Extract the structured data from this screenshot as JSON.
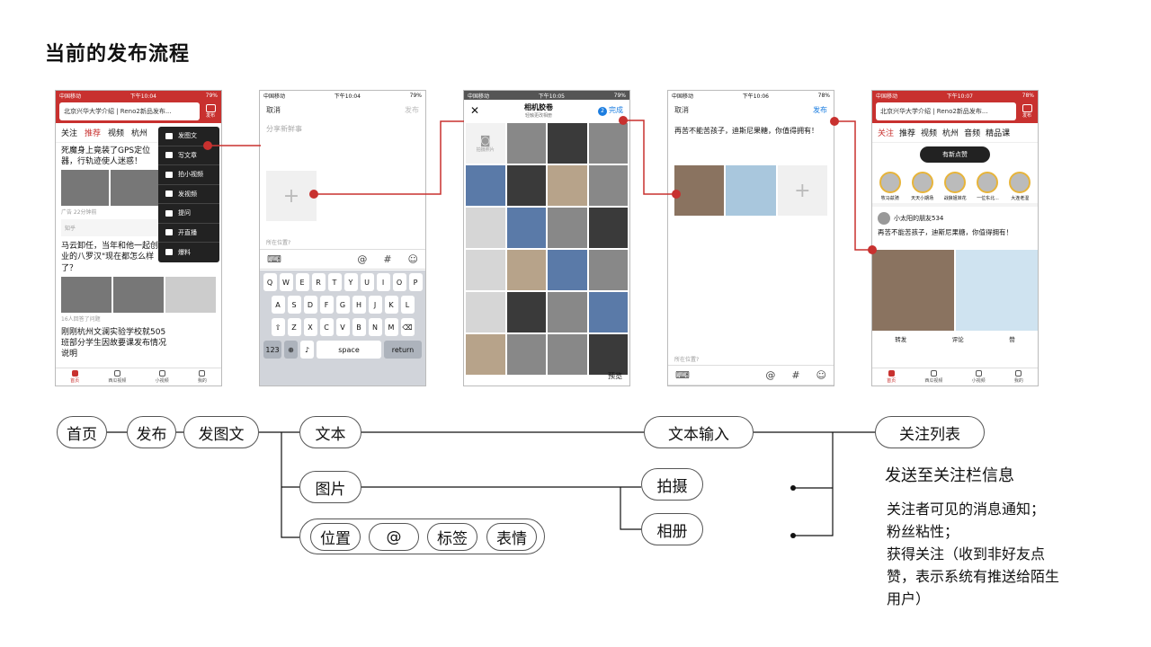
{
  "title": "当前的发布流程",
  "screen1": {
    "status_left": "中国移动",
    "status_time": "下午10:04",
    "status_right": "79%",
    "search_text": "北京兴华大学介绍 | Reno2新品发布...",
    "publish_label": "发布",
    "tabs": [
      "关注",
      "推荐",
      "视频",
      "杭州"
    ],
    "menu": [
      "发图文",
      "写文章",
      "拍小视频",
      "发视频",
      "提问",
      "开直播",
      "爆料"
    ],
    "news1": "死魔身上竟装了GPS定位器，行轨迹使人迷惑！",
    "meta1": "广告 22分钟前",
    "source1": "知乎",
    "news2": "马云卸任，当年和他一起创业的八罗汉\"现在都怎么样了？",
    "meta2": "16人回答了问题",
    "news3": "刚刚杭州文澜实验学校就505班部分学生因故要课发布情况说明",
    "nav": [
      "首页",
      "西瓜视频",
      "小视频",
      "我的"
    ]
  },
  "screen2": {
    "status_left": "中国移动",
    "status_time": "下午10:04",
    "status_right": "79%",
    "cancel": "取消",
    "publish": "发布",
    "placeholder": "分享新鲜事",
    "location": "所在位置?",
    "keyrow1": [
      "Q",
      "W",
      "E",
      "R",
      "T",
      "Y",
      "U",
      "I",
      "O",
      "P"
    ],
    "keyrow2": [
      "A",
      "S",
      "D",
      "F",
      "G",
      "H",
      "J",
      "K",
      "L"
    ],
    "keyrow3": [
      "Z",
      "X",
      "C",
      "V",
      "B",
      "N",
      "M"
    ],
    "key_123": "123",
    "key_space": "space",
    "key_return": "return"
  },
  "screen3": {
    "status_left": "中国移动",
    "status_time": "下午10:05",
    "status_right": "79%",
    "title": "相机胶卷",
    "subtitle": "轻触更改相册",
    "done_count": "2",
    "done": "完成",
    "camera_label": "拍摄照片",
    "preview": "预览"
  },
  "screen4": {
    "status_left": "中国移动",
    "status_time": "下午10:06",
    "status_right": "78%",
    "cancel": "取消",
    "publish": "发布",
    "text": "再苦不能苦孩子，迪斯尼果糖，你值得拥有！",
    "location": "所在位置?"
  },
  "screen5": {
    "status_left": "中国移动",
    "status_time": "下午10:07",
    "status_right": "78%",
    "search_text": "北京兴华大学介绍 | Reno2新品发布...",
    "publish_label": "发布",
    "tabs": [
      "关注",
      "推荐",
      "视频",
      "杭州",
      "音频",
      "精品课"
    ],
    "new_post": "有新点赞",
    "avatars": [
      "牧马兹骑",
      "天天小期场",
      "战狼姐妹花",
      "一位东北...",
      "大连老湿"
    ],
    "friend": "小太阳的朋友534",
    "post_text": "再苦不能苦孩子，迪斯尼果糖，你值得拥有！",
    "actions": [
      "转发",
      "评论",
      "赞"
    ],
    "nav": [
      "首页",
      "西瓜视频",
      "小视频",
      "我的"
    ]
  },
  "flow": {
    "home": "首页",
    "publish": "发布",
    "post_image_text": "发图文",
    "text": "文本",
    "image": "图片",
    "location": "位置",
    "at": "@",
    "tag": "标签",
    "emoji": "表情",
    "shoot": "拍摄",
    "album": "相册",
    "text_input": "文本输入",
    "follow_list": "关注列表",
    "send_title": "发送至关注栏信息",
    "notes": [
      "关注者可见的消息通知；",
      "粉丝粘性；",
      "获得关注（收到非好友点",
      "赞，表示系统有推送给陌生",
      "用户）"
    ]
  }
}
